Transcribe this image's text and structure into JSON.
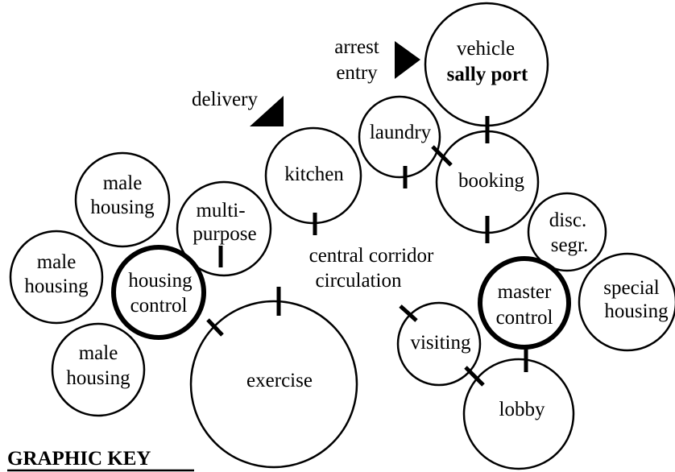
{
  "graphic_key": {
    "title": "GRAPHIC KEY"
  },
  "entry_labels": {
    "arrest_entry_line1": "arrest",
    "arrest_entry_line2": "entry",
    "delivery": "delivery"
  },
  "corridor": {
    "line1": "central corridor",
    "line2": "circulation"
  },
  "spaces": {
    "vehicle_sally_port": {
      "line1": "vehicle",
      "line2": "sally port"
    },
    "laundry": {
      "line1": "laundry"
    },
    "booking": {
      "line1": "booking"
    },
    "kitchen": {
      "line1": "kitchen"
    },
    "male_housing_top": {
      "line1": "male",
      "line2": "housing"
    },
    "multipurpose": {
      "line1": "multi-",
      "line2": "purpose"
    },
    "male_housing_left": {
      "line1": "male",
      "line2": "housing"
    },
    "housing_control": {
      "line1": "housing",
      "line2": "control"
    },
    "male_housing_bottom": {
      "line1": "male",
      "line2": "housing"
    },
    "exercise": {
      "line1": "exercise"
    },
    "disc_segr": {
      "line1": "disc.",
      "line2": "segr."
    },
    "master_control": {
      "line1": "master",
      "line2": "control"
    },
    "special_housing": {
      "line1": "special",
      "line2": "housing"
    },
    "visiting": {
      "line1": "visiting"
    },
    "lobby": {
      "line1": "lobby"
    }
  }
}
